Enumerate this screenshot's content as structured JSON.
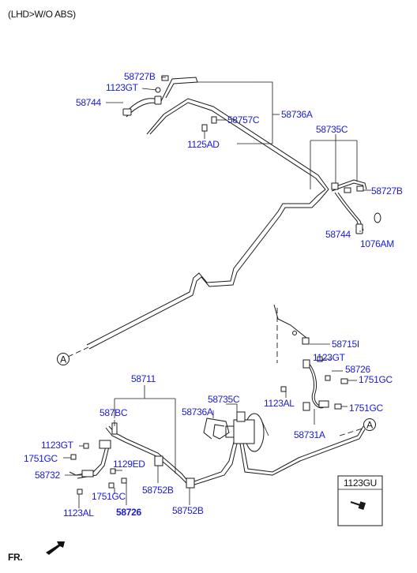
{
  "header": {
    "variant_note": "(LHD>W/O ABS)"
  },
  "labels": {
    "p58727B_top": "58727B",
    "p1123GT_top": "1123GT",
    "p58744_top": "58744",
    "p58757C": "58757C",
    "p58736A_top": "58736A",
    "p1125AD": "1125AD",
    "p58735C_top": "58735C",
    "p58727B_right": "58727B",
    "p58744_right": "58744",
    "p1076AM": "1076AM",
    "p58715I": "58715I",
    "p1123GT_mid": "1123GT",
    "p58726_mid": "58726",
    "p1751GC_mid1": "1751GC",
    "p1751GC_mid2": "1751GC",
    "p1123AL_mid": "1123AL",
    "p58731A": "58731A",
    "p58711": "58711",
    "p587BC": "587BC",
    "p58735C_mid": "58735C",
    "p58736A_mid": "58736A",
    "p1123GT_low": "1123GT",
    "p1751GC_low1": "1751GC",
    "p58732": "58732",
    "p1129ED": "1129ED",
    "p58752B_1": "58752B",
    "p1751GC_low2": "1751GC",
    "p1123AL_low": "1123AL",
    "p58726_low": "58726",
    "p58752B_2": "58752B"
  },
  "connectors": {
    "a_left": "A",
    "a_right": "A"
  },
  "legend_box": {
    "title": "1123GU"
  },
  "footer": {
    "direction": "FR."
  }
}
